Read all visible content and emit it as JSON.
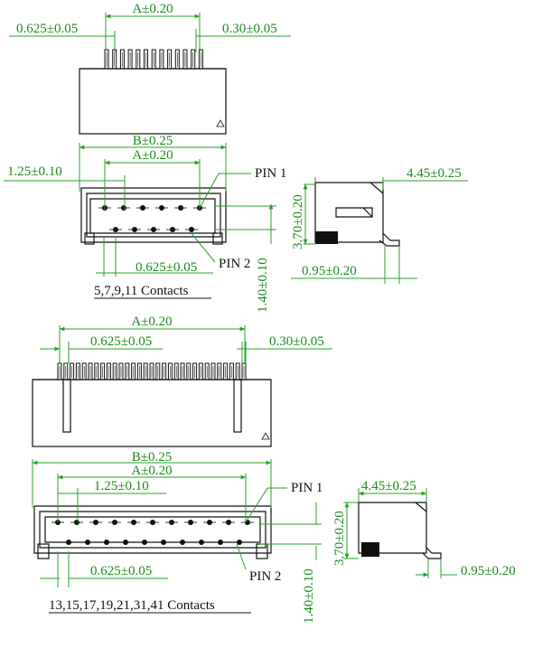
{
  "colors": {
    "dimension": "#1a8a1a",
    "outline": "#111111",
    "background": "#ffffff"
  },
  "top": {
    "dim_a": "A±0.20",
    "dim_pitch": "0.625±0.05",
    "dim_pin_w": "0.30±0.05",
    "dim_b": "B±0.25",
    "dim_a2": "A±0.20",
    "dim_offset": "1.25±0.10",
    "pin1": "PIN 1",
    "pin2": "PIN 2",
    "dim_pitch2": "0.625±0.05",
    "dim_h": "1.40±0.10",
    "caption": "5,7,9,11 Contacts",
    "side_w": "4.45±0.25",
    "side_h": "3.70±0.20",
    "side_foot": "0.95±0.20"
  },
  "bottom": {
    "dim_a": "A±0.20",
    "dim_pitch": "0.625±0.05",
    "dim_pin_w": "0.30±0.05",
    "dim_b": "B±0.25",
    "dim_a2": "A±0.20",
    "dim_offset": "1.25±0.10",
    "pin1": "PIN 1",
    "pin2": "PIN 2",
    "dim_pitch2": "0.625±0.05",
    "dim_h": "1.40±0.10",
    "caption": "13,15,17,19,21,31,41 Contacts",
    "side_w": "4.45±0.25",
    "side_h": "3.70±0.20",
    "side_foot": "0.95±0.20"
  }
}
